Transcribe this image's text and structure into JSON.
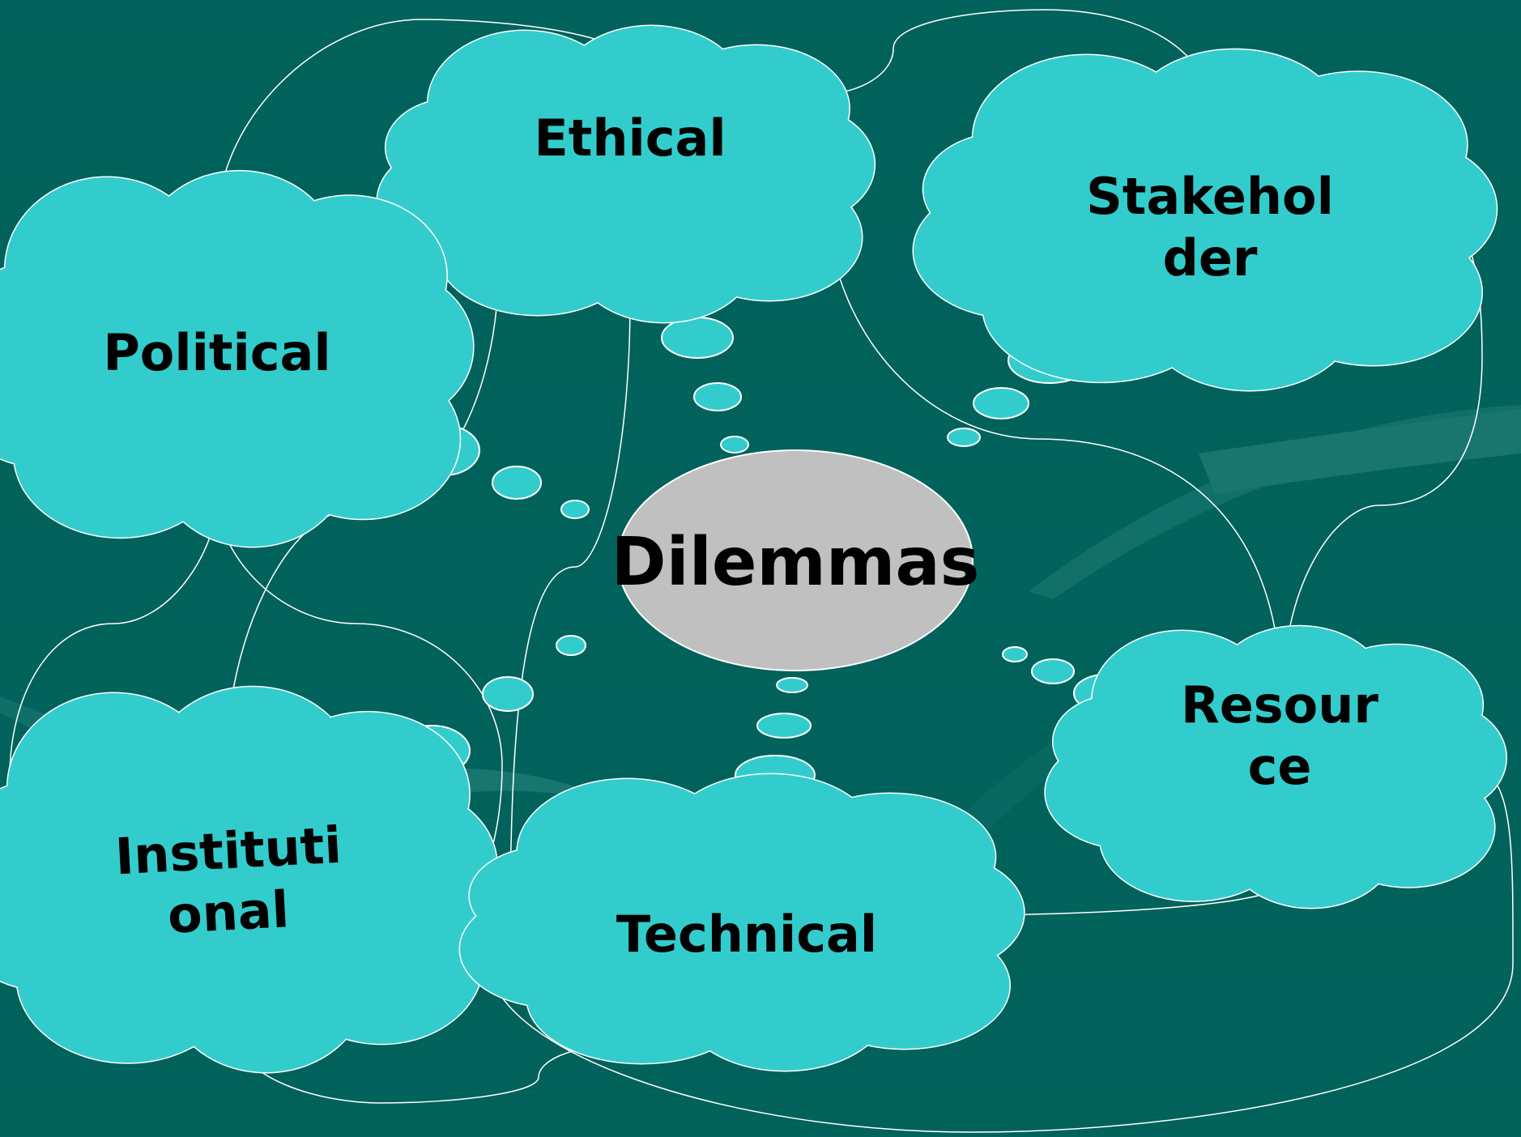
{
  "diagram": {
    "center": {
      "label": "Dilemmas"
    },
    "clouds": [
      {
        "id": "ethical",
        "lines": [
          "Ethical"
        ]
      },
      {
        "id": "stakeholder",
        "lines": [
          "Stakehol",
          "der"
        ]
      },
      {
        "id": "political",
        "lines": [
          "Political"
        ]
      },
      {
        "id": "resource",
        "lines": [
          "Resour",
          "ce"
        ]
      },
      {
        "id": "institutional",
        "lines": [
          "Instituti",
          "onal"
        ]
      },
      {
        "id": "technical",
        "lines": [
          "Technical"
        ]
      }
    ]
  },
  "colors": {
    "background": "#02625c",
    "cloud_fill": "#33cccc",
    "center_fill": "#c0c0c0",
    "connector": "#ffffff",
    "text": "#000000"
  }
}
